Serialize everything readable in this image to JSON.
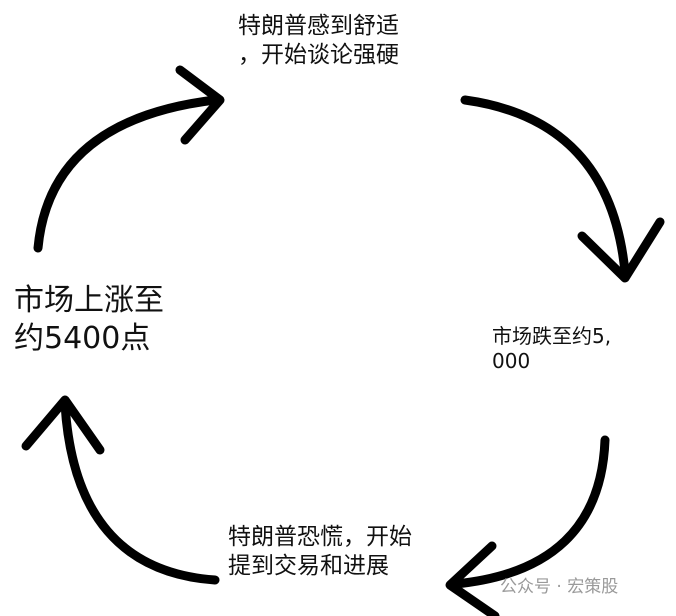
{
  "steps": {
    "top": {
      "line1": "特朗普感到舒适",
      "line2": "，开始谈论强硬"
    },
    "right": {
      "line1": "市场跌至约5,",
      "line2": "000"
    },
    "bottom": {
      "line1": "特朗普恐慌，开始",
      "line2": "提到交易和进展"
    },
    "left": {
      "line1": "市场上涨至",
      "line2": "约5400点"
    }
  },
  "watermark": "公众号 · 宏策股"
}
